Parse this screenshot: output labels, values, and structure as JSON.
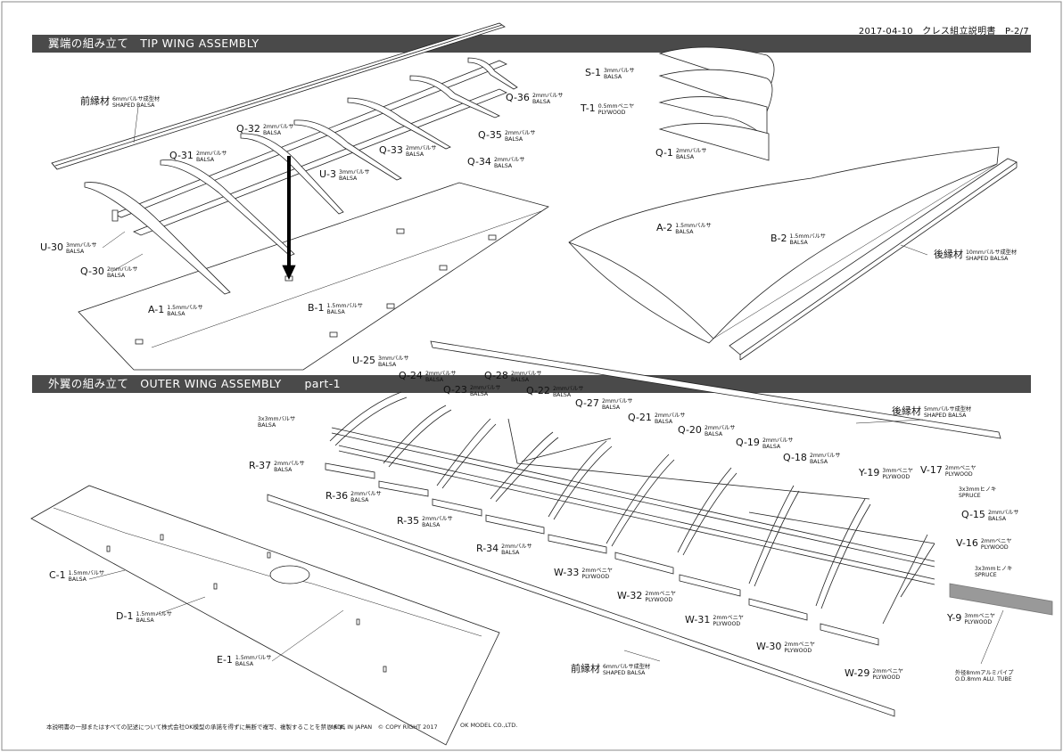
{
  "header": {
    "text": "2017-04-10　クレス組立説明書　P-2/7"
  },
  "sections": {
    "tip": {
      "title": "翼端の組み立て　TIP WING ASSEMBLY"
    },
    "outer": {
      "title": "外翼の組み立て　OUTER WING ASSEMBLY　　part-1"
    }
  },
  "parts": [
    {
      "id": "p_zenen1",
      "code": "前縁材",
      "spec1": "6mmバルサ成型材",
      "spec2": "SHAPED BALSA"
    },
    {
      "id": "p_q32",
      "code": "Q-32",
      "spec1": "2mmバルサ",
      "spec2": "BALSA"
    },
    {
      "id": "p_q31",
      "code": "Q-31",
      "spec1": "2mmバルサ",
      "spec2": "BALSA"
    },
    {
      "id": "p_u3",
      "code": "U-3",
      "spec1": "3mmバルサ",
      "spec2": "BALSA"
    },
    {
      "id": "p_q33",
      "code": "Q-33",
      "spec1": "2mmバルサ",
      "spec2": "BALSA"
    },
    {
      "id": "p_q34",
      "code": "Q-34",
      "spec1": "2mmバルサ",
      "spec2": "BALSA"
    },
    {
      "id": "p_q35",
      "code": "Q-35",
      "spec1": "2mmバルサ",
      "spec2": "BALSA"
    },
    {
      "id": "p_q36",
      "code": "Q-36",
      "spec1": "2mmバルサ",
      "spec2": "BALSA"
    },
    {
      "id": "p_u30",
      "code": "U-30",
      "spec1": "3mmバルサ",
      "spec2": "BALSA"
    },
    {
      "id": "p_q30",
      "code": "Q-30",
      "spec1": "2mmバルサ",
      "spec2": "BALSA"
    },
    {
      "id": "p_a1",
      "code": "A-1",
      "spec1": "1.5mmバルサ",
      "spec2": "BALSA"
    },
    {
      "id": "p_b1",
      "code": "B-1",
      "spec1": "1.5mmバルサ",
      "spec2": "BALSA"
    },
    {
      "id": "p_s1",
      "code": "S-1",
      "spec1": "3mmバルサ",
      "spec2": "BALSA"
    },
    {
      "id": "p_t1",
      "code": "T-1",
      "spec1": "0.5mmベニヤ",
      "spec2": "PLYWOOD"
    },
    {
      "id": "p_q1",
      "code": "Q-1",
      "spec1": "2mmバルサ",
      "spec2": "BALSA"
    },
    {
      "id": "p_a2",
      "code": "A-2",
      "spec1": "1.5mmバルサ",
      "spec2": "BALSA"
    },
    {
      "id": "p_b2",
      "code": "B-2",
      "spec1": "1.5mmバルサ",
      "spec2": "BALSA"
    },
    {
      "id": "p_kouen1",
      "code": "後縁材",
      "spec1": "10mmバルサ成型材",
      "spec2": "SHAPED BALSA"
    },
    {
      "id": "p_u25",
      "code": "U-25",
      "spec1": "3mmバルサ",
      "spec2": "BALSA"
    },
    {
      "id": "p_q24",
      "code": "Q-24",
      "spec1": "2mmバルサ",
      "spec2": "BALSA"
    },
    {
      "id": "p_q28",
      "code": "Q-28",
      "spec1": "2mmバルサ",
      "spec2": "BALSA"
    },
    {
      "id": "p_q23",
      "code": "Q-23",
      "spec1": "2mmバルサ",
      "spec2": "BALSA"
    },
    {
      "id": "p_q22",
      "code": "Q-22",
      "spec1": "2mmバルサ",
      "spec2": "BALSA"
    },
    {
      "id": "p_q27",
      "code": "Q-27",
      "spec1": "2mmバルサ",
      "spec2": "BALSA"
    },
    {
      "id": "p_q21",
      "code": "Q-21",
      "spec1": "2mmバルサ",
      "spec2": "BALSA"
    },
    {
      "id": "p_q20",
      "code": "Q-20",
      "spec1": "2mmバルサ",
      "spec2": "BALSA"
    },
    {
      "id": "p_q19",
      "code": "Q-19",
      "spec1": "2mmバルサ",
      "spec2": "BALSA"
    },
    {
      "id": "p_q18",
      "code": "Q-18",
      "spec1": "2mmバルサ",
      "spec2": "BALSA"
    },
    {
      "id": "p_kouen2",
      "code": "後縁材",
      "spec1": "5mmバルサ成型材",
      "spec2": "SHAPED BALSA"
    },
    {
      "id": "p_sq1",
      "code": "",
      "spec1": "3x3mmバルサ",
      "spec2": "BALSA"
    },
    {
      "id": "p_r37",
      "code": "R-37",
      "spec1": "2mmバルサ",
      "spec2": "BALSA"
    },
    {
      "id": "p_r36",
      "code": "R-36",
      "spec1": "2mmバルサ",
      "spec2": "BALSA"
    },
    {
      "id": "p_r35",
      "code": "R-35",
      "spec1": "2mmバルサ",
      "spec2": "BALSA"
    },
    {
      "id": "p_r34",
      "code": "R-34",
      "spec1": "2mmバルサ",
      "spec2": "BALSA"
    },
    {
      "id": "p_y19",
      "code": "Y-19",
      "spec1": "3mmベニヤ",
      "spec2": "PLYWOOD"
    },
    {
      "id": "p_v17",
      "code": "V-17",
      "spec1": "2mmベニヤ",
      "spec2": "PLYWOOD"
    },
    {
      "id": "p_sp1",
      "code": "",
      "spec1": "3x3mmヒノキ",
      "spec2": "SPRUCE"
    },
    {
      "id": "p_q15",
      "code": "Q-15",
      "spec1": "2mmバルサ",
      "spec2": "BALSA"
    },
    {
      "id": "p_v16",
      "code": "V-16",
      "spec1": "2mmベニヤ",
      "spec2": "PLYWOOD"
    },
    {
      "id": "p_sp2",
      "code": "",
      "spec1": "3x3mmヒノキ",
      "spec2": "SPRUCE"
    },
    {
      "id": "p_w33",
      "code": "W-33",
      "spec1": "2mmベニヤ",
      "spec2": "PLYWOOD"
    },
    {
      "id": "p_w32",
      "code": "W-32",
      "spec1": "2mmベニヤ",
      "spec2": "PLYWOOD"
    },
    {
      "id": "p_w31",
      "code": "W-31",
      "spec1": "2mmベニヤ",
      "spec2": "PLYWOOD"
    },
    {
      "id": "p_w30",
      "code": "W-30",
      "spec1": "2mmベニヤ",
      "spec2": "PLYWOOD"
    },
    {
      "id": "p_w29",
      "code": "W-29",
      "spec1": "2mmベニヤ",
      "spec2": "PLYWOOD"
    },
    {
      "id": "p_y9",
      "code": "Y-9",
      "spec1": "3mmベニヤ",
      "spec2": "PLYWOOD"
    },
    {
      "id": "p_pipe",
      "code": "",
      "spec1": "外径8mmアルミパイプ",
      "spec2": "O.D.8mm ALU. TUBE"
    },
    {
      "id": "p_c1",
      "code": "C-1",
      "spec1": "1.5mmバルサ",
      "spec2": "BALSA"
    },
    {
      "id": "p_d1",
      "code": "D-1",
      "spec1": "1.5mmバルサ",
      "spec2": "BALSA"
    },
    {
      "id": "p_e1",
      "code": "E-1",
      "spec1": "1.5mmバルサ",
      "spec2": "BALSA"
    },
    {
      "id": "p_zenen2",
      "code": "前縁材",
      "spec1": "6mmバルサ成型材",
      "spec2": "SHAPED BALSA"
    }
  ],
  "footer": {
    "notice": "本説明書の一部またはすべての記述について株式会社OK模型の承諾を得ずに無断で複写、複製することを禁じます。",
    "made": "MADE IN JAPAN　© COPY RIGHT 2017",
    "company": "OK MODEL CO.,LTD."
  }
}
